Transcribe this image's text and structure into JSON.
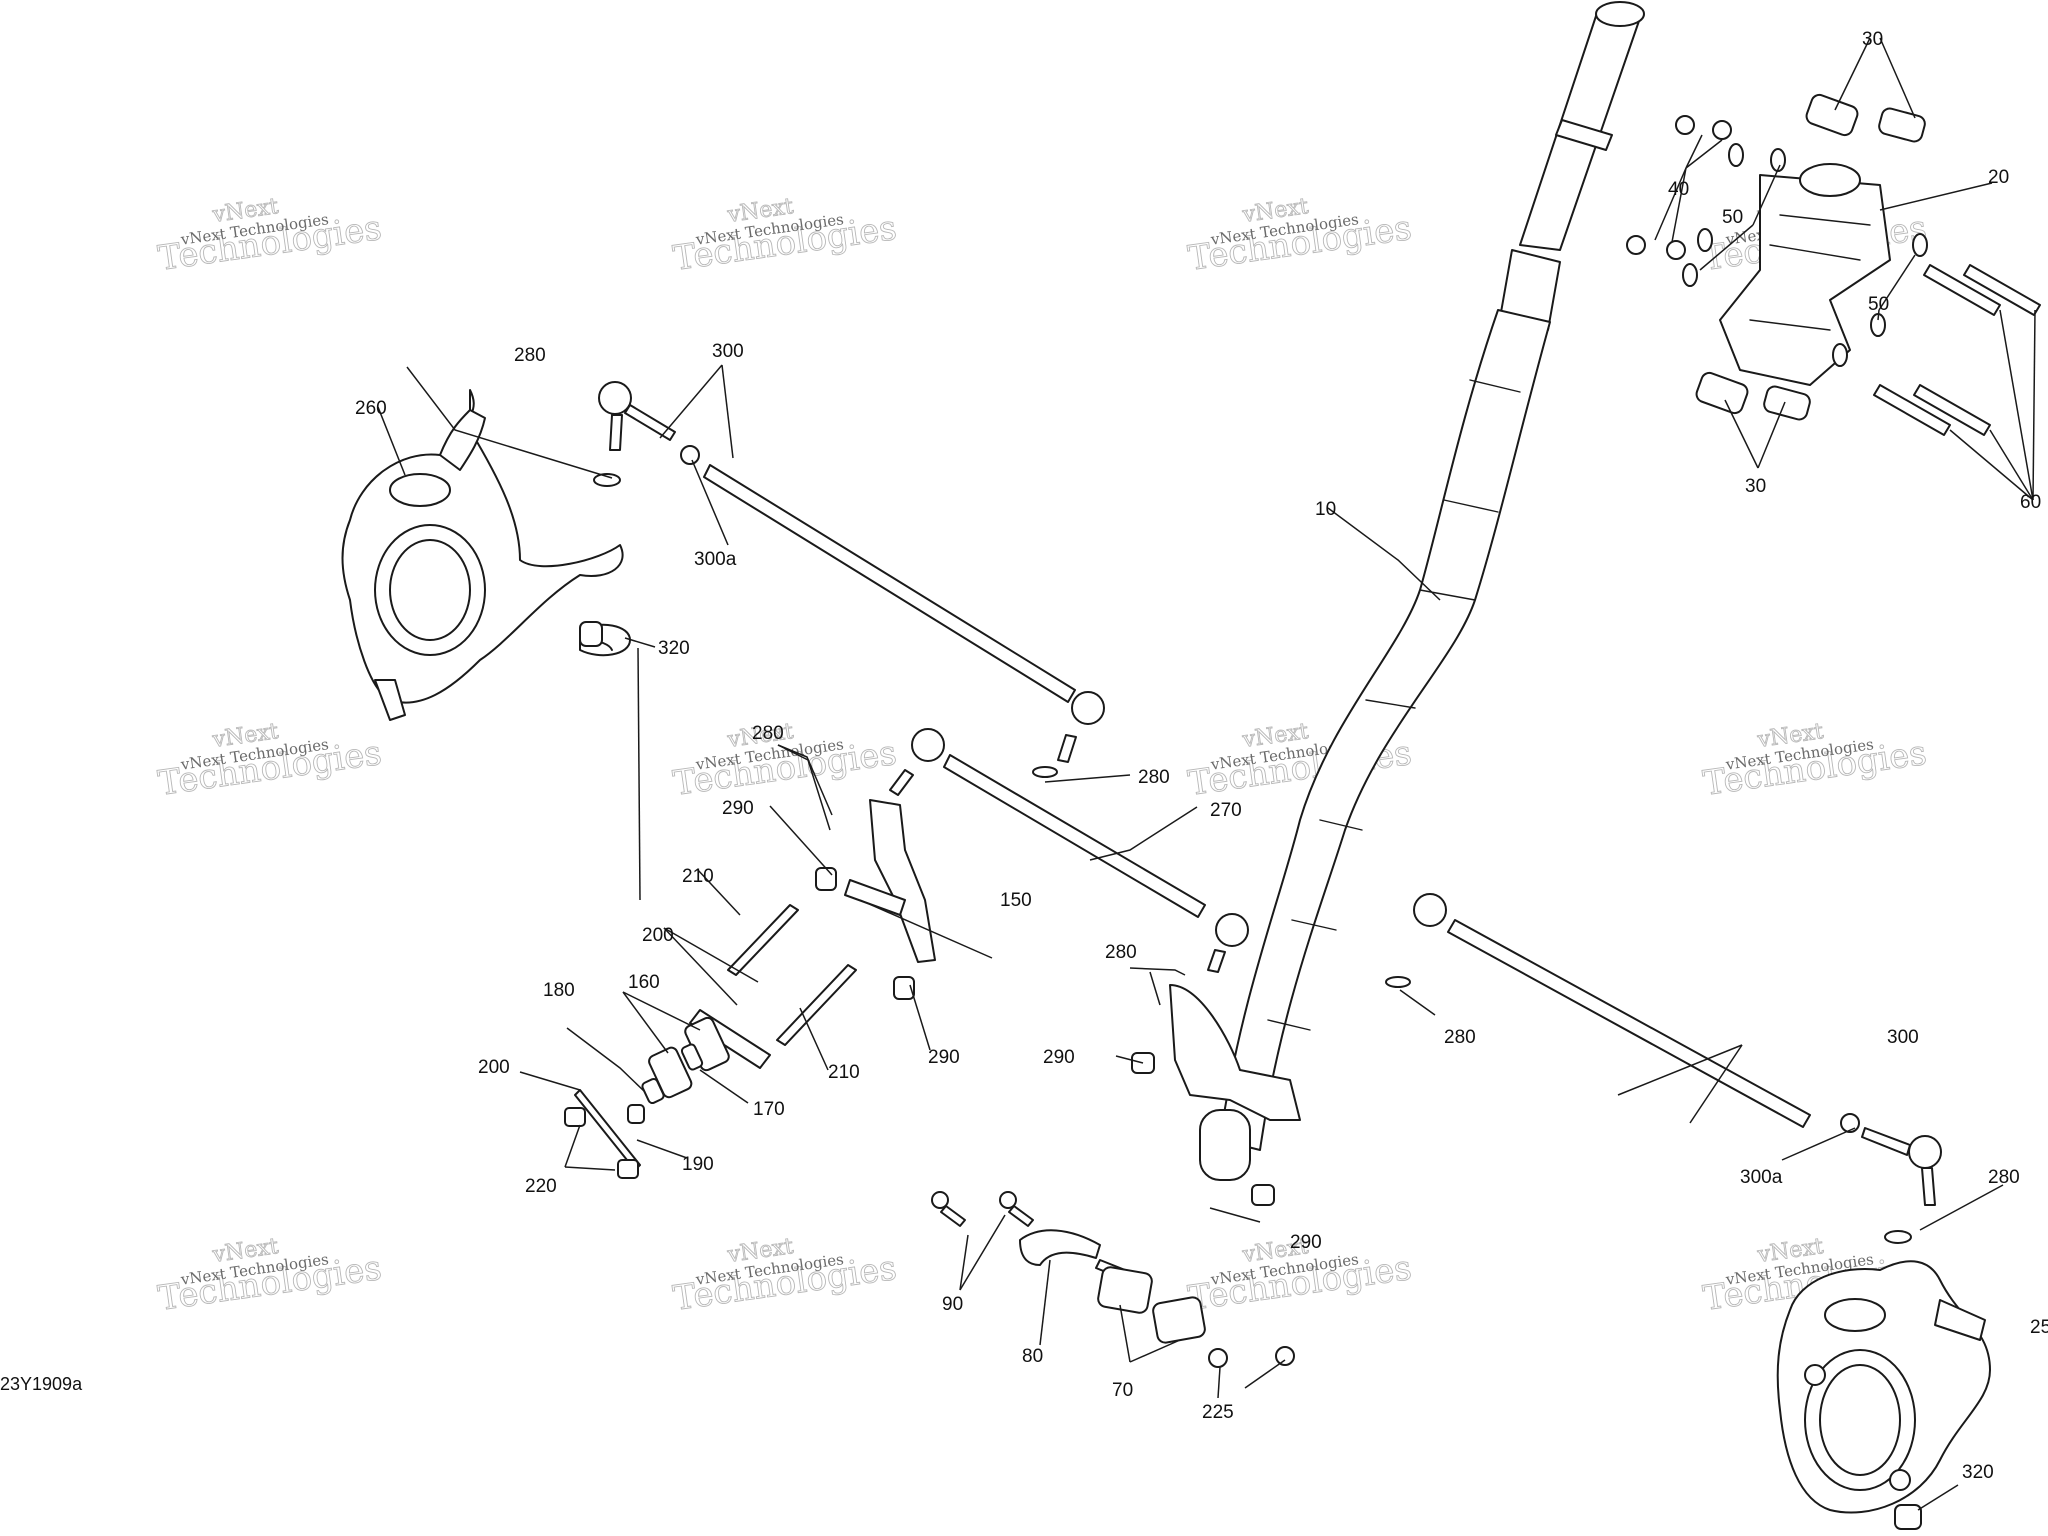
{
  "watermark": {
    "line1": "vNext",
    "line2": "vNext Technologies",
    "line3": "Technologies"
  },
  "figure_id": "23Y1909a",
  "callouts": {
    "c10": "10",
    "c20": "20",
    "c30": "30",
    "c40": "40",
    "c50": "50",
    "c60": "60",
    "c70": "70",
    "c80": "80",
    "c90": "90",
    "c150": "150",
    "c160": "160",
    "c170": "170",
    "c180": "180",
    "c190": "190",
    "c200": "200",
    "c210": "210",
    "c220": "220",
    "c225": "225",
    "c250": "25",
    "c260": "260",
    "c270": "270",
    "c280": "280",
    "c290": "290",
    "c300": "300",
    "c300a": "300a",
    "c320": "320"
  }
}
